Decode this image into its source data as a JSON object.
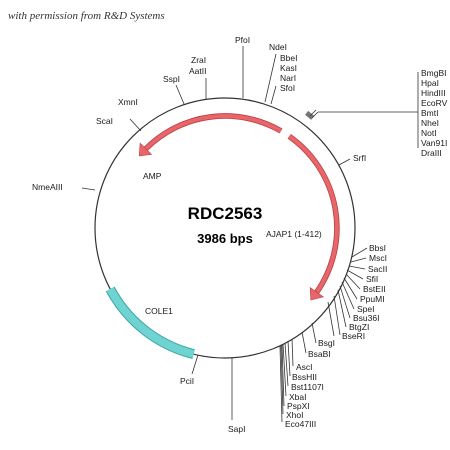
{
  "credit": "with permission from R&D Systems",
  "plasmid": {
    "name": "RDC2563",
    "size": "3986 bps"
  },
  "features": [
    {
      "label": "AMP",
      "type": "arrow",
      "color": "#e8666a"
    },
    {
      "label": "AJAP1 (1-412)",
      "type": "arrow",
      "color": "#e8666a"
    },
    {
      "label": "COLE1",
      "type": "band",
      "color": "#6fd3d1"
    }
  ],
  "sites": {
    "top": [
      "PfoI",
      "ZraI",
      "AatII",
      "SspI",
      "NdeI",
      "BbeI",
      "KasI",
      "NarI",
      "SfoI",
      "XmnI",
      "ScaI"
    ],
    "mcs": [
      "BmgBI",
      "HpaI",
      "HindIII",
      "EcoRV",
      "BmtI",
      "NheI",
      "NotI",
      "Van91I",
      "DraIII"
    ],
    "right": [
      "SrfI",
      "BbsI",
      "MscI",
      "SacII",
      "SfiI",
      "BstEII",
      "PpuMI",
      "SpeI",
      "Bsu36I",
      "BtgZI",
      "BseRI"
    ],
    "bottom": [
      "BsgI",
      "BsaBI",
      "AscI",
      "BssHII",
      "Bst1107I",
      "XbaI",
      "PspXI",
      "XhoI",
      "Eco47III",
      "SapI",
      "PciI"
    ],
    "left": [
      "NmeAIII"
    ]
  }
}
